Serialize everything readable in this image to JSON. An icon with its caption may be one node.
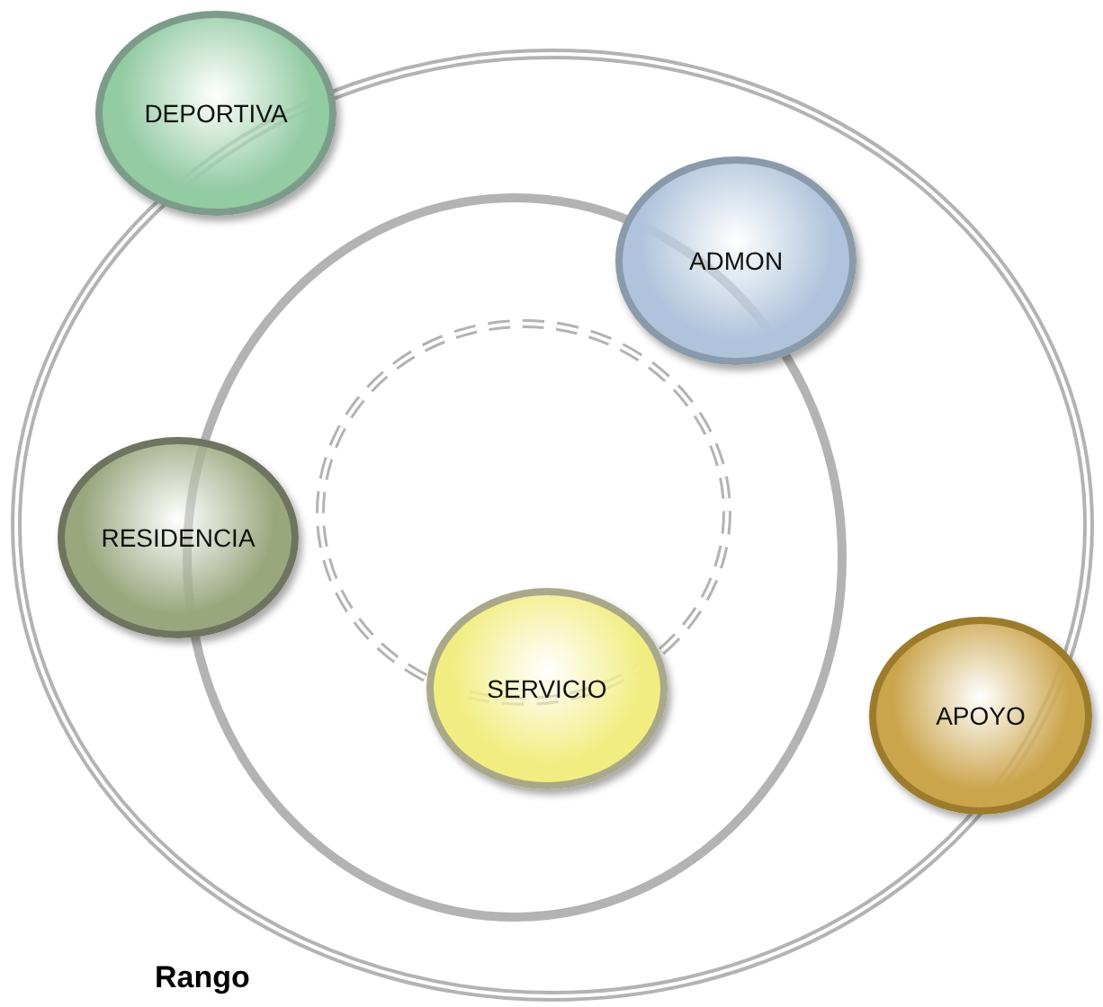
{
  "diagram": {
    "nodes": [
      {
        "text": [
          "DEPORTIVA"
        ]
      },
      {
        "text": [
          "ADMON"
        ]
      },
      {
        "text": [
          "RESIDENCIA"
        ]
      },
      {
        "text": [
          "SERVICIO"
        ]
      },
      {
        "text": [
          "APOYO"
        ]
      }
    ],
    "labels": [
      "Rango"
    ]
  }
}
